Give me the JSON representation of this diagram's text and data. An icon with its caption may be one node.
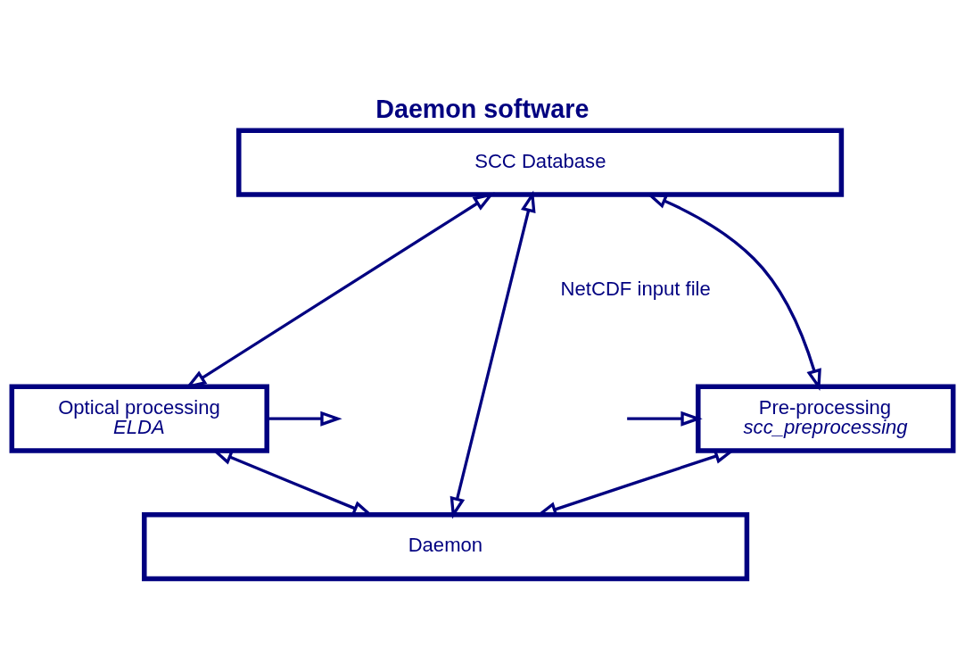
{
  "diagram": {
    "title": "Daemon software",
    "nodes": [
      {
        "text": [
          "SCC Database"
        ]
      },
      {
        "text": [
          "Pre-processing",
          "scc_preprocessing"
        ]
      },
      {
        "text": [
          "Optical processing",
          "ELDA"
        ]
      },
      {
        "text": [
          "Daemon"
        ]
      }
    ],
    "edges": [
      {
        "from": 0,
        "to": 1,
        "arrow": "both"
      },
      {
        "from": 1,
        "to": 3,
        "arrow": "both"
      },
      {
        "from": 0,
        "to": 3,
        "arrow": "both"
      },
      {
        "from": 0,
        "to": 2,
        "arrow": "both"
      },
      {
        "from": 2,
        "to": 3,
        "arrow": "both"
      },
      {
        "from": null,
        "to": 1,
        "arrow": "to"
      },
      {
        "from": 2,
        "to": null,
        "arrow": "to"
      }
    ],
    "labels": [
      "NetCDF input file"
    ]
  }
}
